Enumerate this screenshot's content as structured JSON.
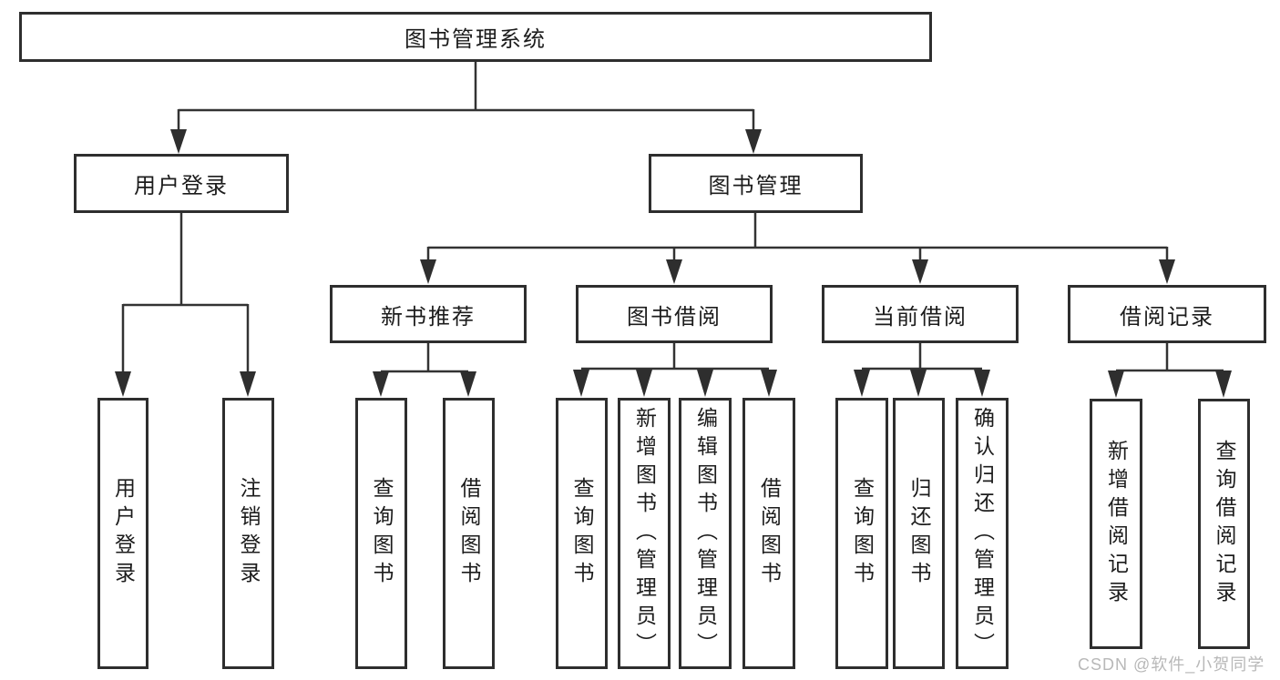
{
  "diagram": {
    "root": {
      "label": "图书管理系统"
    },
    "level2": [
      {
        "label": "用户登录"
      },
      {
        "label": "图书管理"
      }
    ],
    "level3": [
      {
        "label": "新书推荐"
      },
      {
        "label": "图书借阅"
      },
      {
        "label": "当前借阅"
      },
      {
        "label": "借阅记录"
      }
    ],
    "leaves": [
      {
        "label": "用户登录"
      },
      {
        "label": "注销登录"
      },
      {
        "label": "查询图书"
      },
      {
        "label": "借阅图书"
      },
      {
        "label": "查询图书"
      },
      {
        "label": "新增图书（管理员）"
      },
      {
        "label": "编辑图书（管理员）"
      },
      {
        "label": "借阅图书"
      },
      {
        "label": "查询图书"
      },
      {
        "label": "归还图书"
      },
      {
        "label": "确认归还（管理员）"
      },
      {
        "label": "新增借阅记录"
      },
      {
        "label": "查询借阅记录"
      }
    ],
    "watermark": "CSDN @软件_小贺同学",
    "colors": {
      "line": "#333333",
      "border": "#2e2e2e",
      "text": "#1c1c1c",
      "watermark": "#b8b8b8",
      "background": "#ffffff"
    }
  }
}
